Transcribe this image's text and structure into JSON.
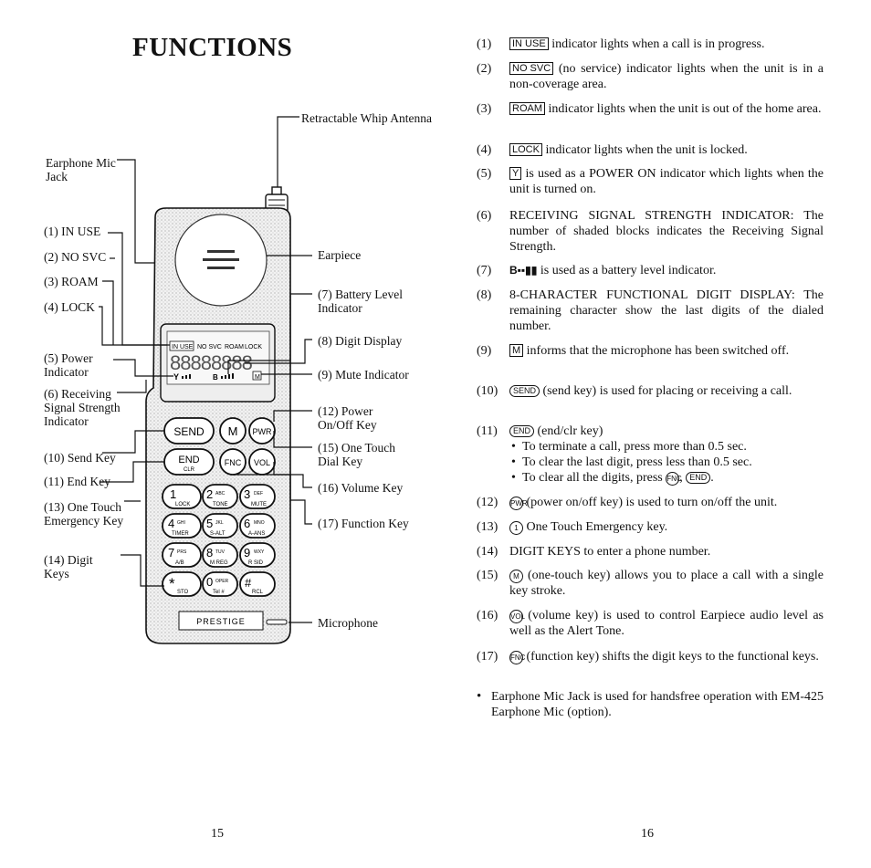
{
  "left_page": {
    "title": "FUNCTIONS",
    "labels": {
      "antenna": "Retractable Whip Antenna",
      "mic_jack": "Earphone Mic Jack",
      "in_use": "(1) IN USE",
      "no_svc": "(2) NO SVC",
      "roam": "(3) ROAM",
      "lock": "(4) LOCK",
      "power_ind": "(5) Power Indicator",
      "receiving": "(6) Receiving Signal Strength Indicator",
      "send_key": "(10) Send Key",
      "end_key": "(11) End Key",
      "one_touch_emerg": "(13) One Touch Emergency Key",
      "digit_keys": "(14) Digit Keys",
      "earpiece": "Earpiece",
      "battery": "(7) Battery Level Indicator",
      "digit_display": "(8) Digit Display",
      "mute": "(9) Mute Indicator",
      "power_key": "(12) Power On/Off Key",
      "one_touch_dial": "(15) One Touch Dial Key",
      "volume": "(16) Volume Key",
      "function": "(17) Function Key",
      "microphone": "Microphone"
    },
    "phone": {
      "display_digits": "88888888",
      "display_ind_inuse": "IN USE",
      "display_ind_nosvc": "NO SVC",
      "display_ind_roam": "ROAM",
      "display_ind_lock": "LOCK",
      "display_signal": "Y",
      "display_battery": "B",
      "display_mute": "M",
      "keys": {
        "send": "SEND",
        "m": "M",
        "pwr": "PWR",
        "end": "END",
        "end_sub": "CLR",
        "fnc": "FNC",
        "vol": "VOL",
        "k1": "1",
        "k1s": "LOCK",
        "k2": "2",
        "k2t": "ABC",
        "k2s": "TONE",
        "k3": "3",
        "k3t": "DEF",
        "k3s": "MUTE",
        "k4": "4",
        "k4t": "GHI",
        "k4s": "TIMER",
        "k5": "5",
        "k5t": "JKL",
        "k5s": "S-ALT",
        "k6": "6",
        "k6t": "MNO",
        "k6s": "A-ANS",
        "k7": "7",
        "k7t": "PRS",
        "k7s": "A/B",
        "k8": "8",
        "k8t": "TUV",
        "k8s": "M REG",
        "k9": "9",
        "k9t": "WXY",
        "k9s": "R SID",
        "kstar": "*",
        "kstar_s": "STO",
        "k0": "0",
        "k0t": "OPER",
        "k0s": "Tel #",
        "khash": "#",
        "khash_s": "RCL"
      },
      "brand": "PRESTIGE"
    },
    "page_number": "15"
  },
  "right_page": {
    "items": [
      {
        "num": "(1)",
        "symbol": "IN USE",
        "text": " indicator lights when a call is in progress."
      },
      {
        "num": "(2)",
        "symbol": "NO SVC",
        "text": " (no service) indicator lights when the unit is in a non-coverage area."
      },
      {
        "num": "(3)",
        "symbol": "ROAM",
        "text": " indicator lights when the unit is out of the home area."
      },
      {
        "num": "(4)",
        "symbol": "LOCK",
        "text": " indicator lights when the unit is locked."
      },
      {
        "num": "(5)",
        "symbol": "Y",
        "text": " is used as a POWER ON indicator which lights when the unit is turned on."
      },
      {
        "num": "(6)",
        "text": "RECEIVING SIGNAL STRENGTH INDICATOR: The number of shaded blocks indicates the Receiving Signal Strength."
      },
      {
        "num": "(7)",
        "symbol": "B▪▪▮▮",
        "text": " is used as a battery level indicator."
      },
      {
        "num": "(8)",
        "text": "8-CHARACTER FUNCTIONAL DIGIT DISPLAY: The remaining character show the last digits of the dialed number."
      },
      {
        "num": "(9)",
        "symbol": "M",
        "text": " informs that the microphone has been switched off."
      },
      {
        "num": "(10)",
        "symbol": "SEND",
        "text": " (send key) is used for placing or receiving a call."
      },
      {
        "num": "(11)",
        "symbol": "END",
        "text": " (end/clr key)"
      },
      {
        "num": "(12)",
        "symbol": "PWR",
        "text": " (power on/off key) is used to turn on/off the unit."
      },
      {
        "num": "(13)",
        "symbol": "1",
        "text": " One Touch Emergency key."
      },
      {
        "num": "(14)",
        "text": "DIGIT KEYS to enter a phone number."
      },
      {
        "num": "(15)",
        "symbol": "M",
        "text": " (one-touch key) allows you to place a call with a single key stroke."
      },
      {
        "num": "(16)",
        "symbol": "VOL",
        "text": " (volume key) is used to control Earpiece audio level as well as the Alert Tone."
      },
      {
        "num": "(17)",
        "symbol": "FNC",
        "text": " (function key) shifts the digit keys to the functional keys."
      }
    ],
    "item11_bullets": [
      "To terminate a call, press more than 0.5 sec.",
      "To clear the last digit, press less than 0.5 sec.",
      "To clear all the digits, press"
    ],
    "item11_clear_all_syms": [
      "FNC",
      "END"
    ],
    "note": "Earphone Mic Jack is used for handsfree operation with EM-425 Earphone Mic (option).",
    "page_number": "16"
  }
}
